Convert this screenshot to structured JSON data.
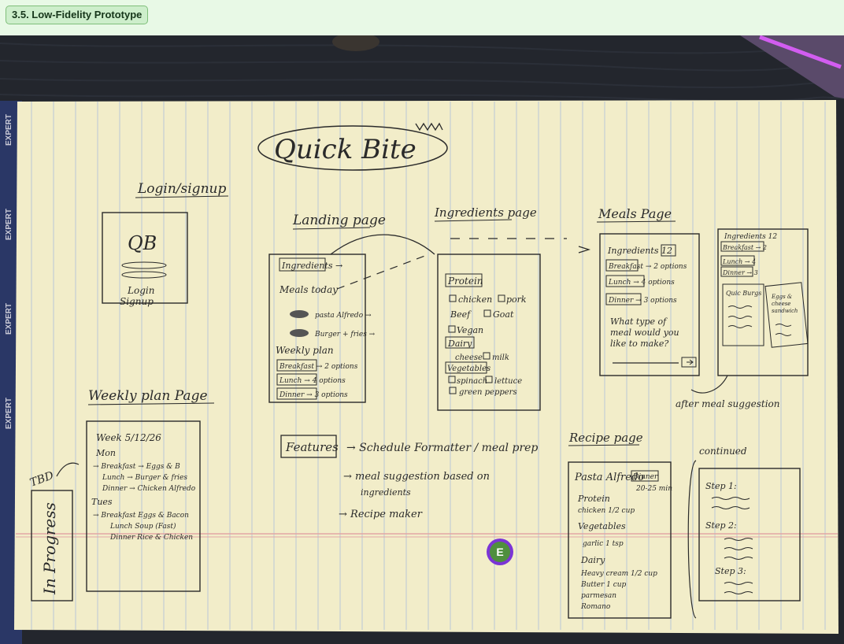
{
  "section": {
    "label": "3.5. Low-Fidelity Prototype"
  },
  "sketch": {
    "app_name": "Quick Bite",
    "login": {
      "title": "Login/signup",
      "logo": "QB",
      "login": "Login",
      "signup": "Signup"
    },
    "landing": {
      "title": "Landing page",
      "ingredients": "Ingredients →",
      "meals_today": "Meals today",
      "pasta": "pasta Alfredo →",
      "burger": "Burger + fries →",
      "weekly_plan": "Weekly plan",
      "breakfast": "Breakfast → 2 options",
      "lunch": "Lunch → 4 options",
      "dinner": "Dinner → 3 options"
    },
    "ingredients_page": {
      "title": "Ingredients page",
      "protein": "Protein",
      "chicken": "chicken",
      "pork": "pork",
      "beef": "Beef",
      "goat": "Goat",
      "vegan": "Vegan",
      "dairy": "Dairy",
      "cheese": "cheese",
      "milk": "milk",
      "vegetables": "Vegetables",
      "spinach": "spinach",
      "lettuce": "lettuce",
      "peppers": "green peppers"
    },
    "meals": {
      "title": "Meals Page",
      "ingredients": "Ingredients 12",
      "breakfast": "Breakfast → 2 options",
      "lunch": "Lunch → 4 options",
      "dinner": "Dinner → 3 options",
      "question": "What type of meal would you like to make?"
    },
    "suggest": {
      "ingredients": "Ingredients 12",
      "breakfast": "Breakfast → 2",
      "lunch": "Lunch → 4",
      "dinner": "Dinner → 3",
      "card1": "Quic Burgs",
      "card2": "Eggs & cheese sandwich",
      "caption": "after meal suggestion"
    },
    "weekly": {
      "title": "Weekly plan Page",
      "week": "Week 5/12/26",
      "mon": "Mon",
      "l1": "→ Breakfast → Eggs & B",
      "l2": "Lunch → Burger & fries",
      "l3": "Dinner → Chicken Alfredo",
      "tues": "Tues",
      "l4": "→ Breakfast Eggs & Bacon",
      "l5": "Lunch Soup (Fast)",
      "l6": "Dinner Rice & Chicken",
      "tbd": "TBD",
      "in_progress": "In Progress"
    },
    "features": {
      "label": "Features",
      "f1": "→ Schedule Formatter / meal prep",
      "f2": "→ meal suggestion based on",
      "f2b": "ingredients",
      "f3": "→ Recipe maker"
    },
    "recipe": {
      "title": "Recipe page",
      "name": "Pasta Alfredo",
      "tag": "Dinner",
      "time": "20-25 min",
      "protein": "Protein",
      "chicken": "chicken 1/2 cup",
      "veg": "Vegetables",
      "garlic": "garlic 1 tsp",
      "dairy": "Dairy",
      "cream": "Heavy cream 1/2 cup",
      "butter": "Butter 1 cup",
      "parmesan": "parmesan",
      "romano": "Romano",
      "continued": "continued",
      "step1": "Step 1:",
      "step2": "Step 2:",
      "step3": "Step 3:"
    }
  },
  "presence": {
    "initial": "E",
    "ring_color": "#7b34d6",
    "fill_color": "#4f8f3e"
  },
  "colors": {
    "paper": "#f2edc9",
    "rule_blue": "#b9c7d6",
    "margin_red": "#e2a6a6",
    "desk": "#23262d"
  }
}
